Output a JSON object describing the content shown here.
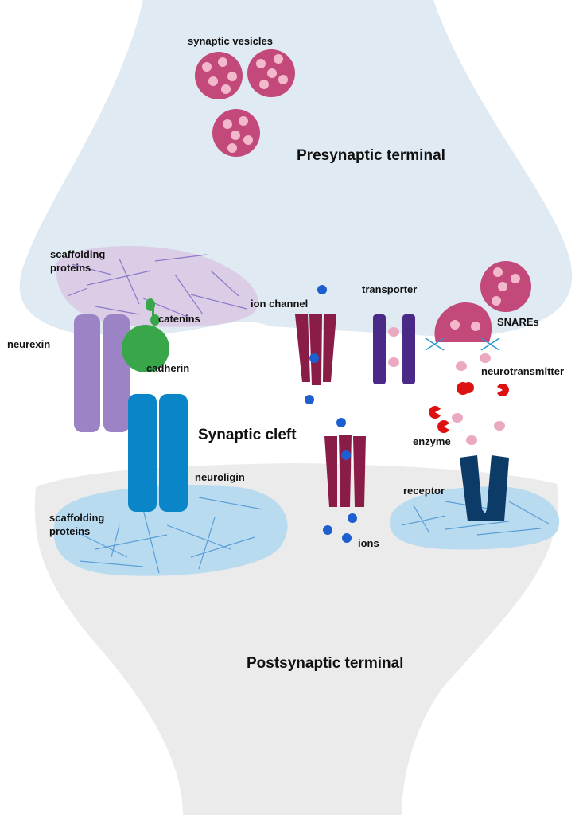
{
  "labels": {
    "synaptic_vesicles": "synaptic vesicles",
    "presynaptic_terminal": "Presynaptic terminal",
    "scaffolding_proteins_top_line1": "scaffolding",
    "scaffolding_proteins_top_line2": "proteins",
    "neurexin": "neurexin",
    "catenins": "catenins",
    "cadherin": "cadherin",
    "ion_channel": "ion channel",
    "transporter": "transporter",
    "snares": "SNAREs",
    "neurotransmitter": "neurotransmitter",
    "synaptic_cleft": "Synaptic cleft",
    "enzyme": "enzyme",
    "neuroligin": "neuroligin",
    "receptor": "receptor",
    "scaffolding_proteins_bottom_line1": "scaffolding",
    "scaffolding_proteins_bottom_line2": "proteins",
    "ions": "ions",
    "postsynaptic_terminal": "Postsynaptic terminal"
  },
  "colors": {
    "presynaptic_fill": "#dfeaf2",
    "postsynaptic_fill": "#ebebeb",
    "vesicle": "#c2497a",
    "vesicle_spot": "#f3b8cc",
    "scaffold_pre": "#dccde6",
    "scaffold_post": "#b9dbf0",
    "neurexin": "#9b83c6",
    "neuroligin": "#0a86c8",
    "cadherin": "#3aa64a",
    "ion_channel": "#8a1d47",
    "transporter": "#4a2a86",
    "receptor": "#0d3b68",
    "ion": "#1e5fd0",
    "neurotransmitter": "#eaa9c0",
    "enzyme": "#dd1111"
  }
}
